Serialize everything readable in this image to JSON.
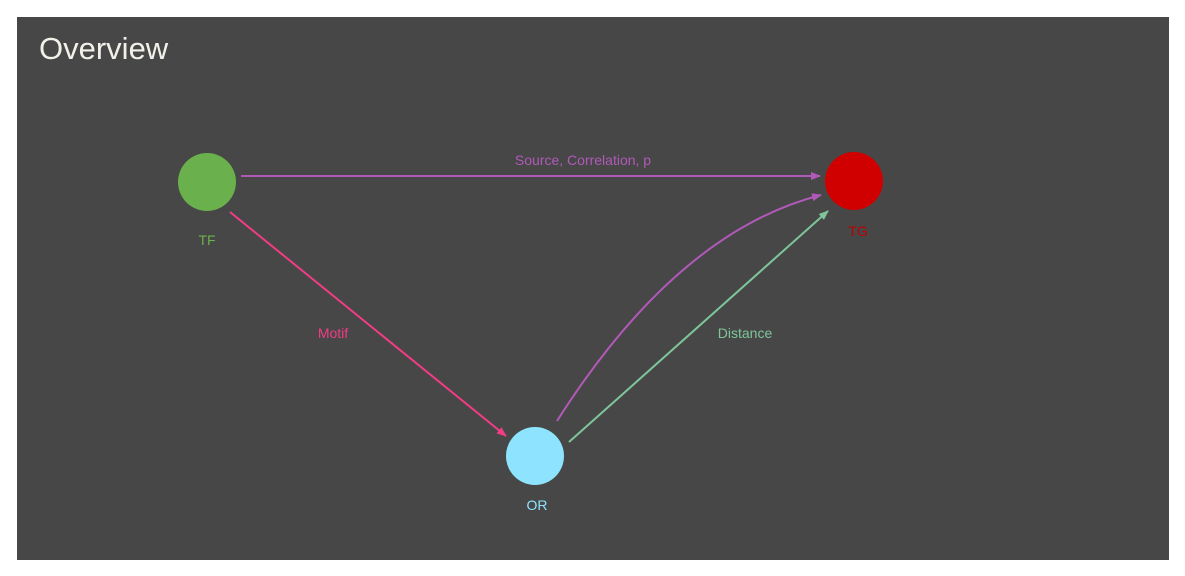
{
  "title": "Overview",
  "nodes": {
    "tf": {
      "label": "TF",
      "color": "#6ab04c",
      "label_color": "#6ab04c"
    },
    "tg": {
      "label": "TG",
      "color": "#d00000",
      "label_color": "#c00000"
    },
    "or": {
      "label": "OR",
      "color": "#8ee4ff",
      "label_color": "#8ee4ff"
    }
  },
  "edges": {
    "tf_tg": {
      "label": "Source, Correlation, p",
      "color": "#b159b8"
    },
    "tf_or": {
      "label": "Motif",
      "color": "#f23c84"
    },
    "or_tg_distance": {
      "label": "Distance",
      "color": "#7ec59a"
    },
    "or_tg_curve": {
      "color": "#b159b8"
    }
  },
  "colors": {
    "background": "#474747",
    "title": "#f3f0ea"
  }
}
